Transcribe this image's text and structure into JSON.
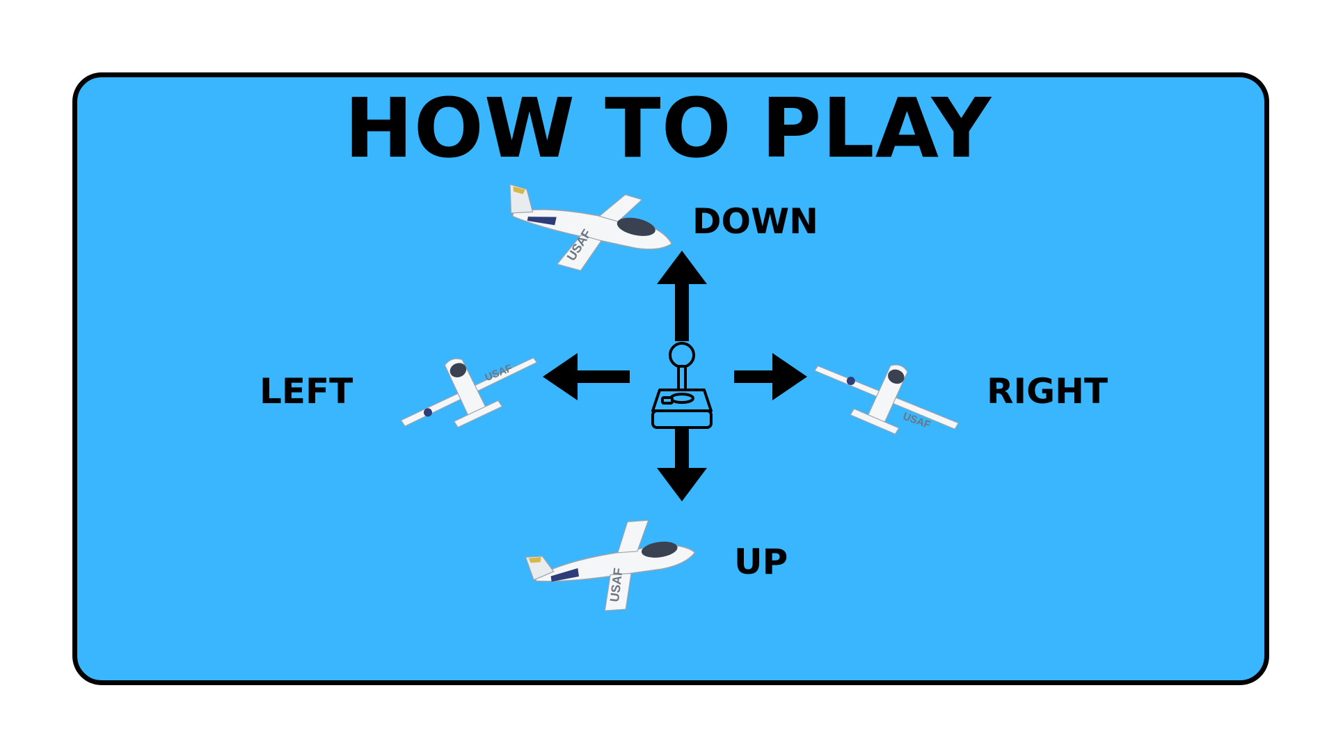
{
  "screen": {
    "title": "HOW TO PLAY"
  },
  "directions": {
    "down": "DOWN",
    "left": "LEFT",
    "right": "RIGHT",
    "up": "UP"
  },
  "plane": {
    "marking": "USAF"
  },
  "icons": {
    "controller": "joystick-icon",
    "up_arrow": "arrow-up-icon",
    "down_arrow": "arrow-down-icon",
    "left_arrow": "arrow-left-icon",
    "right_arrow": "arrow-right-icon"
  },
  "colors": {
    "panel_background": "#39b6fd",
    "panel_border": "#000000",
    "text": "#000000",
    "plane_body": "#f4f6f8",
    "plane_insignia": "#2e3c78"
  }
}
